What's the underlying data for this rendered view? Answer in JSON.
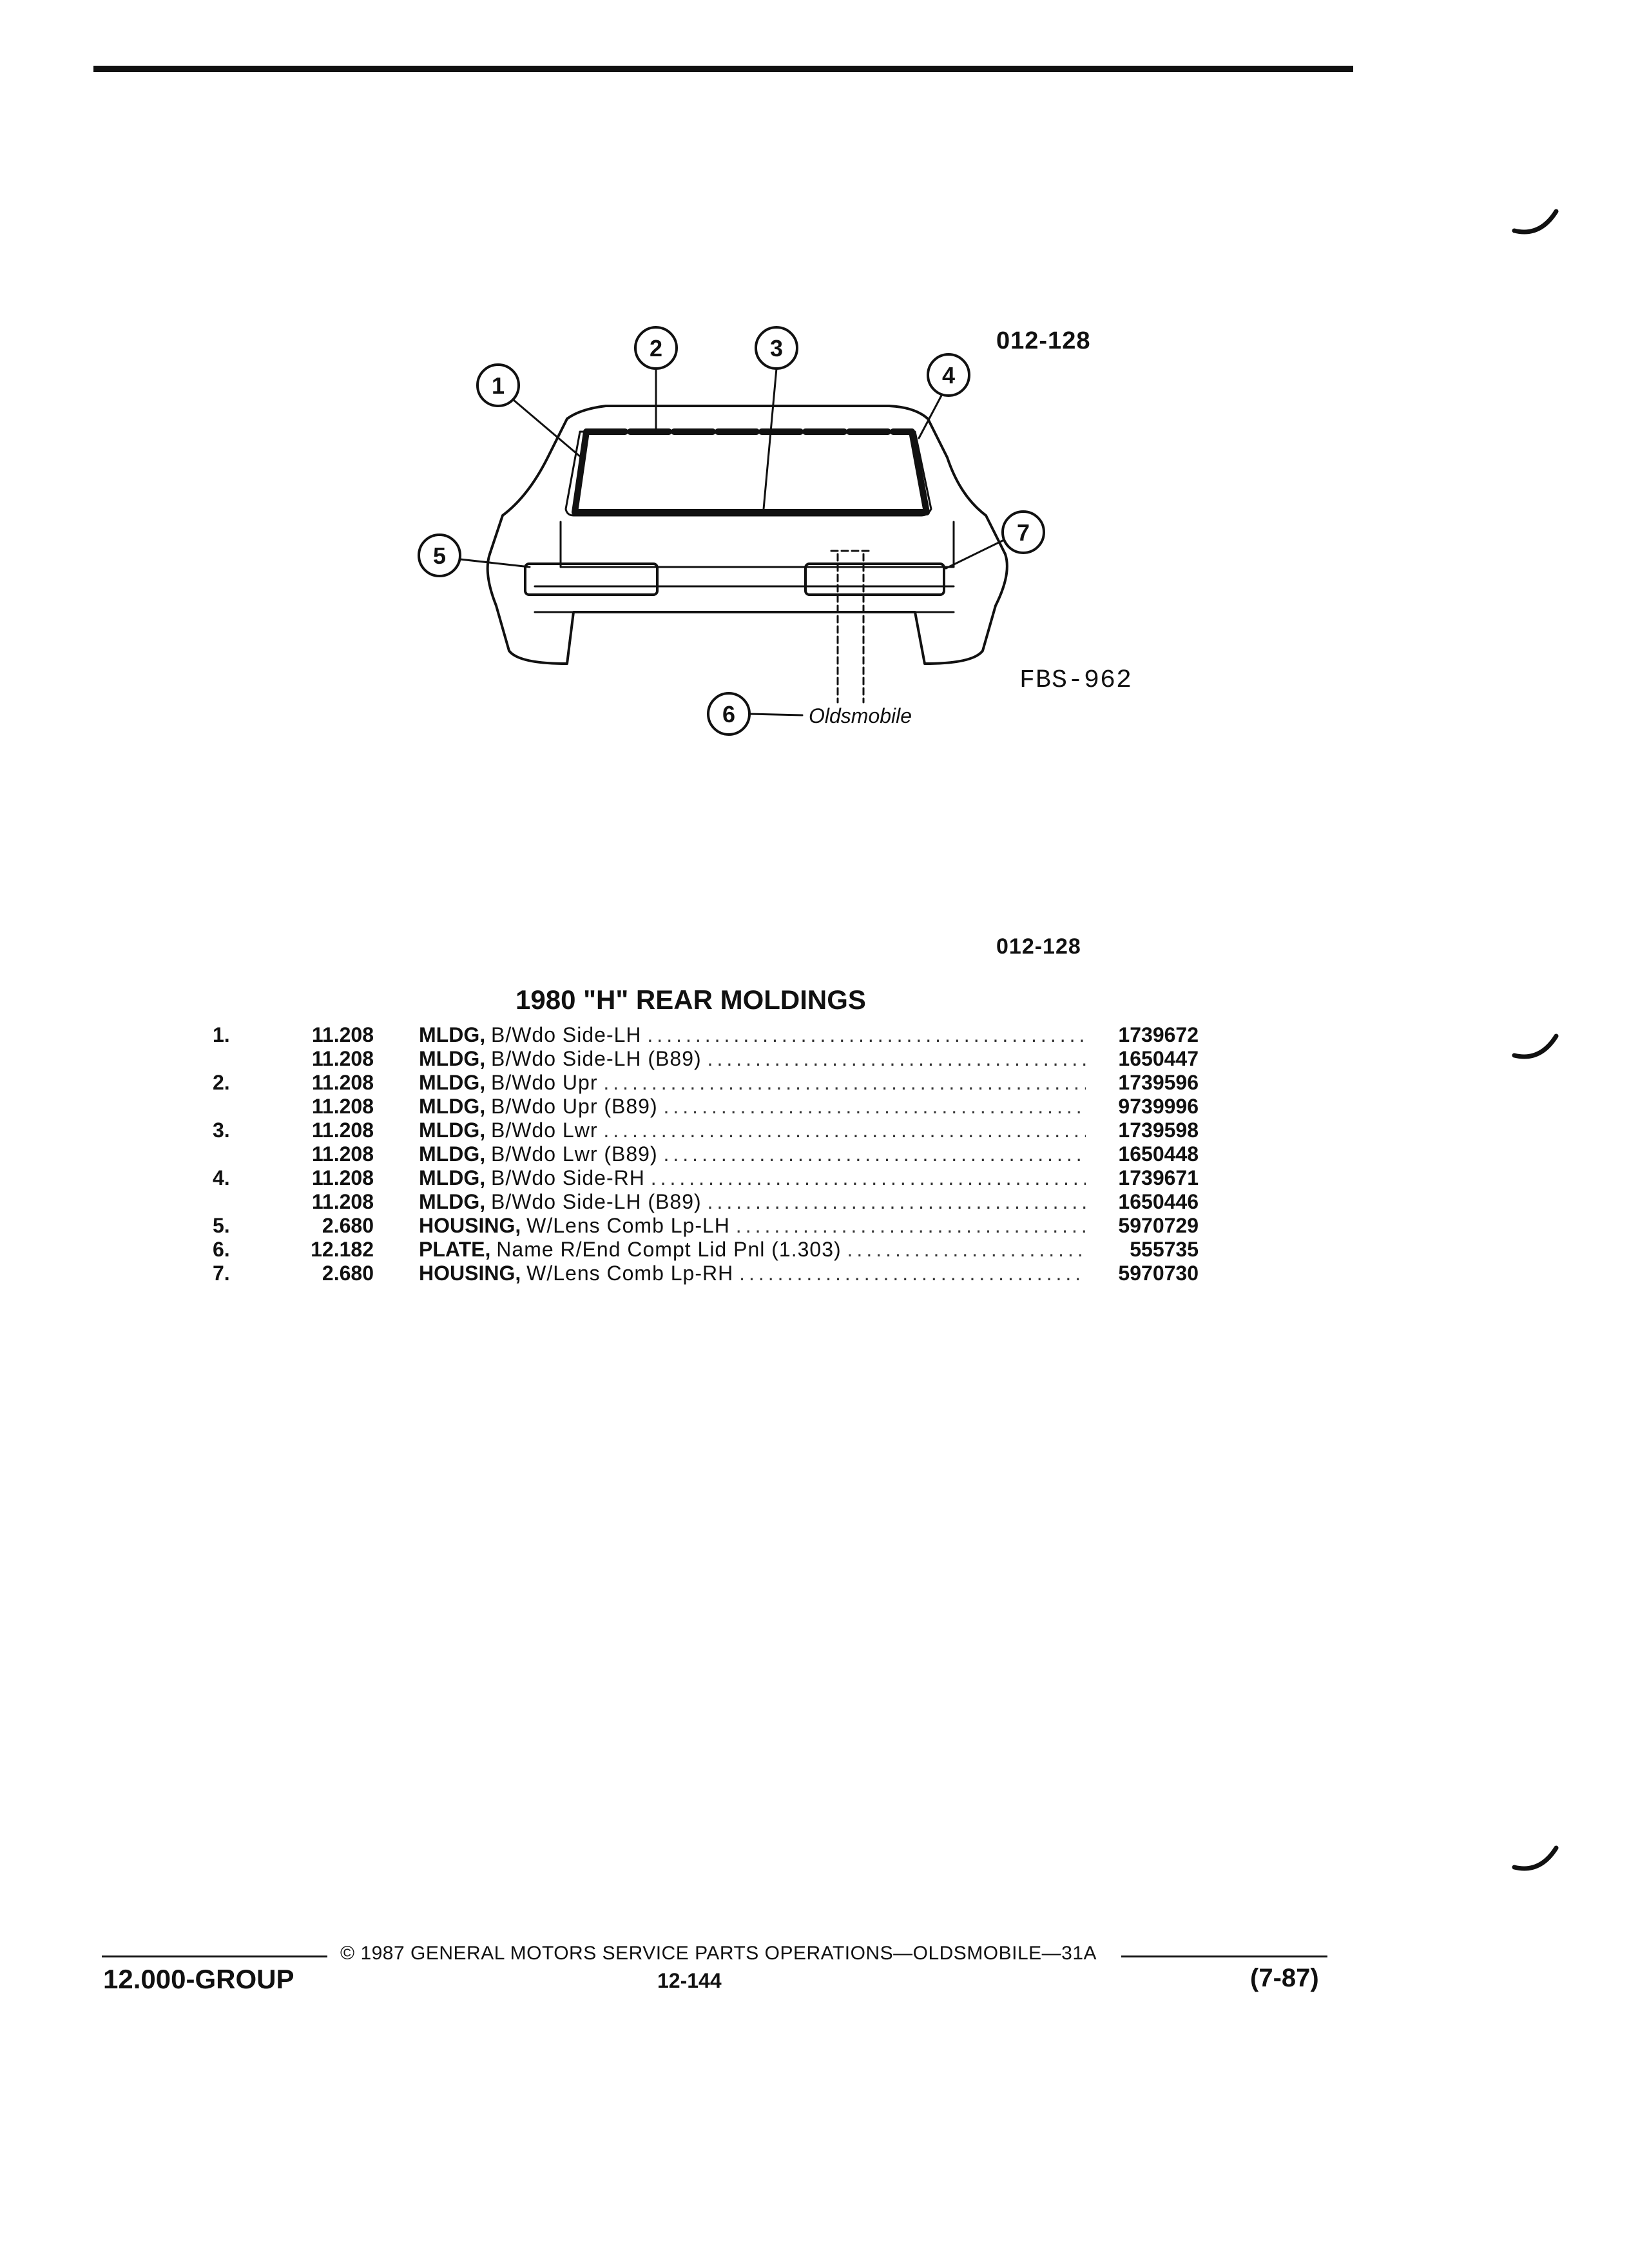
{
  "diagram": {
    "ref_top": "012-128",
    "ref_fbs": "FBS-962",
    "callouts": [
      "1",
      "2",
      "3",
      "4",
      "5",
      "6",
      "7"
    ],
    "script_label": "Oldsmobile"
  },
  "ref_list": "012-128",
  "title": "1980 \"H\" REAR MOLDINGS",
  "parts": [
    {
      "item": "1.",
      "group": "11.208",
      "name": "MLDG,",
      "desc": "B/Wdo Side-LH",
      "part": "1739672"
    },
    {
      "item": "",
      "group": "11.208",
      "name": "MLDG,",
      "desc": "B/Wdo Side-LH (B89)",
      "part": "1650447"
    },
    {
      "item": "2.",
      "group": "11.208",
      "name": "MLDG,",
      "desc": "B/Wdo Upr",
      "part": "1739596"
    },
    {
      "item": "",
      "group": "11.208",
      "name": "MLDG,",
      "desc": "B/Wdo Upr (B89)",
      "part": "9739996"
    },
    {
      "item": "3.",
      "group": "11.208",
      "name": "MLDG,",
      "desc": "B/Wdo Lwr",
      "part": "1739598"
    },
    {
      "item": "",
      "group": "11.208",
      "name": "MLDG,",
      "desc": "B/Wdo Lwr (B89)",
      "part": "1650448"
    },
    {
      "item": "4.",
      "group": "11.208",
      "name": "MLDG,",
      "desc": "B/Wdo Side-RH",
      "part": "1739671"
    },
    {
      "item": "",
      "group": "11.208",
      "name": "MLDG,",
      "desc": "B/Wdo Side-LH (B89)",
      "part": "1650446"
    },
    {
      "item": "5.",
      "group": "2.680",
      "name": "HOUSING,",
      "desc": "W/Lens Comb Lp-LH",
      "part": "5970729"
    },
    {
      "item": "6.",
      "group": "12.182",
      "name": "PLATE,",
      "desc": "Name R/End Compt Lid Pnl (1.303)",
      "part": "555735"
    },
    {
      "item": "7.",
      "group": "2.680",
      "name": "HOUSING,",
      "desc": "W/Lens Comb Lp-RH",
      "part": "5970730"
    }
  ],
  "footer": {
    "copyright": "© 1987 GENERAL MOTORS SERVICE PARTS OPERATIONS—OLDSMOBILE—31A",
    "group": "12.000-GROUP",
    "page": "12-144",
    "revision": "(7-87)"
  }
}
